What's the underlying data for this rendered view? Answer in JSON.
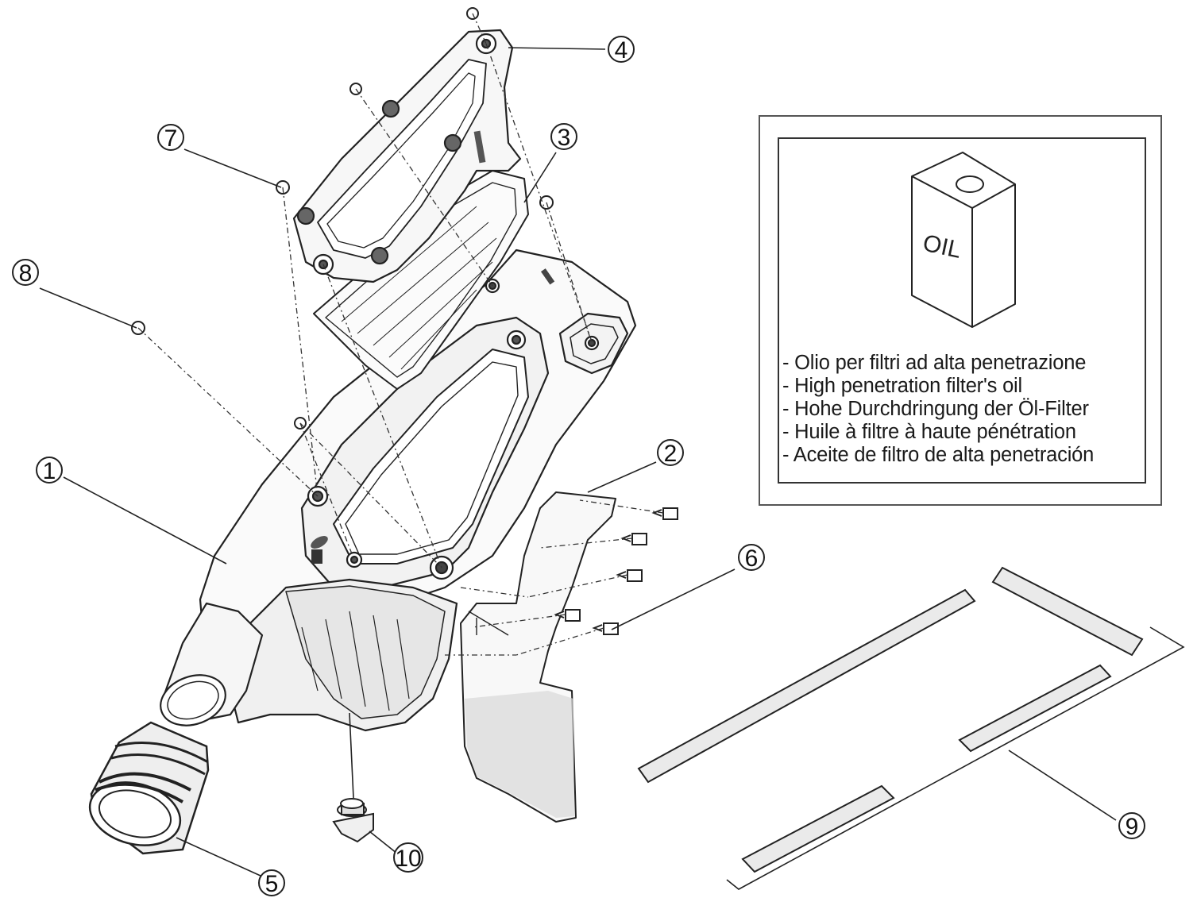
{
  "callouts": [
    {
      "id": "c1",
      "number": "1"
    },
    {
      "id": "c2",
      "number": "2"
    },
    {
      "id": "c3",
      "number": "3"
    },
    {
      "id": "c4",
      "number": "4"
    },
    {
      "id": "c5",
      "number": "5"
    },
    {
      "id": "c6",
      "number": "6"
    },
    {
      "id": "c7",
      "number": "7"
    },
    {
      "id": "c8",
      "number": "8"
    },
    {
      "id": "c9",
      "number": "9"
    },
    {
      "id": "c10",
      "number": "10"
    }
  ],
  "oil_can": {
    "label": "OIL"
  },
  "legend": {
    "lines": [
      "- Olio per filtri ad alta penetrazione",
      "- High penetration filter's oil",
      "- Hohe Durchdringung der Öl-Filter",
      "- Huile à filtre à haute pénétration",
      "- Aceite de filtro de alta penetración"
    ]
  }
}
